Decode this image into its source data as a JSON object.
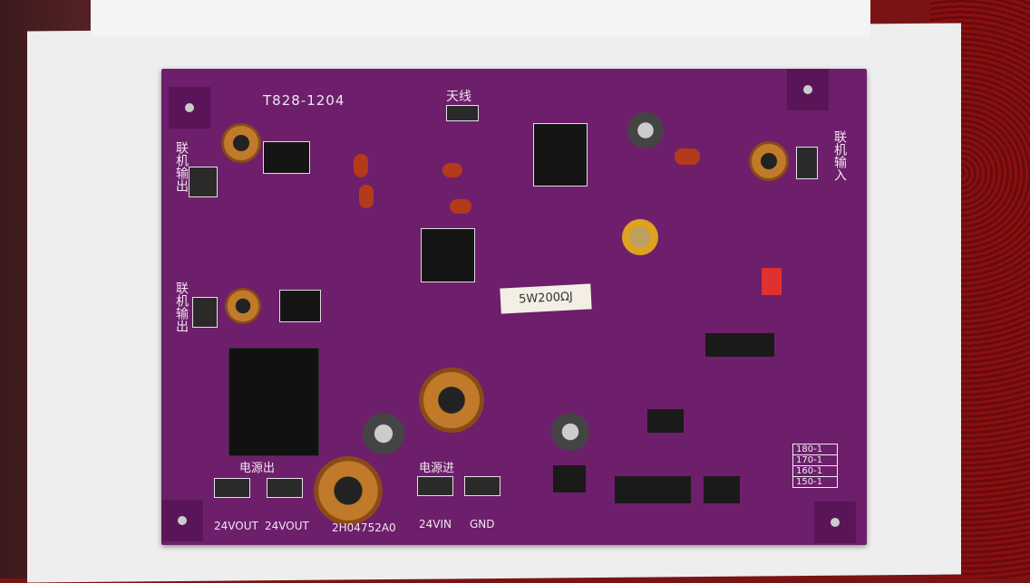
{
  "board": {
    "model": "T828-1204",
    "antenna_label": "天线",
    "power_out_label": "电源出",
    "power_in_label": "电源进",
    "sync_out_left_top": "联机输出",
    "sync_out_left_mid": "联机输出",
    "sync_in_right": "联机输入",
    "terminal_labels": [
      "24VOUT",
      "24VOUT",
      "24VIN",
      "GND"
    ],
    "inductor_marking": "2H04752A0",
    "power_resistor_marking": "5W200ΩJ",
    "frequency_table": [
      "180-1",
      "170-1",
      "160-1",
      "150-1"
    ],
    "colors": {
      "pcb": "#6d1f6b",
      "silkscreen": "#f1e6f1"
    }
  }
}
